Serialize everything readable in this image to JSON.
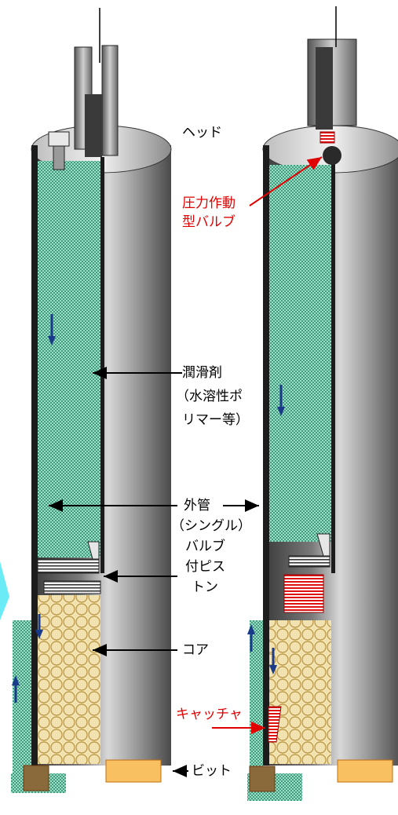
{
  "labels": {
    "head": "ヘッド",
    "pressure_valve_line1": "圧力作動",
    "pressure_valve_line2": "型バルブ",
    "lubricant": "潤滑剤",
    "lubricant_note_line1": "（水溶性ポ",
    "lubricant_note_line2": "リマー等）",
    "outer_tube": "外管",
    "single_valve_line1": "（シングル）",
    "single_valve_line2": "バルブ",
    "single_valve_line3": "付ピス",
    "single_valve_line4": "トン",
    "core": "コア",
    "catcher": "キャッチャ",
    "bit": "ビット"
  },
  "colors": {
    "lubricant": "#79c9b0",
    "core": "#e8d08a",
    "tube_dark": "#2b2b2b",
    "tube_light": "#d6d6d6",
    "annotation_red": "#e00000",
    "flow_arrow": "#1a3a8a",
    "red_block": "#e01010"
  }
}
